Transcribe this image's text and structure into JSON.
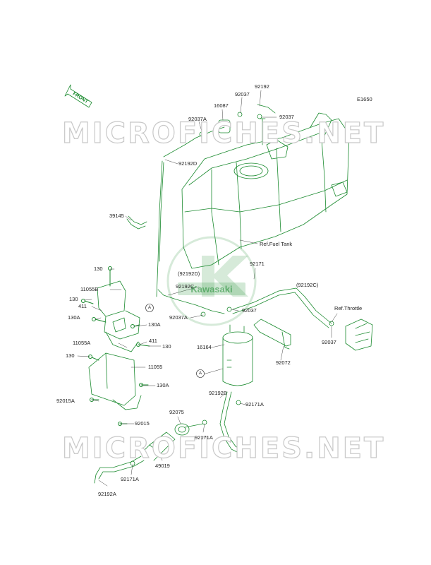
{
  "diagram_code": "E1650",
  "front_arrow_label": "FRONT",
  "watermark": "MICROFICHES.NET",
  "logo_text": "Kawasaki",
  "colors": {
    "line": "#1a8a2e",
    "label": "#222222",
    "logo": "#1a8a2e"
  },
  "labels": {
    "p92192": "92192",
    "p92037_top": "92037",
    "p16087": "16087",
    "p92037_right": "92037",
    "p92037A_top": "92037A",
    "p92192D": "92192D",
    "p39145": "39145",
    "ref_fuel_tank": "Ref.Fuel Tank",
    "p130_a": "130",
    "p92192D_paren": "(92192D)",
    "p92171": "92171",
    "p11055B": "11055B",
    "p92192C": "92192C",
    "p92192C_paren": "(92192C)",
    "p130_b": "130",
    "p411_a": "411",
    "circle_a_1": "A",
    "p92037_mid": "92037",
    "ref_throttle": "Ref.Throttle",
    "p92037A_mid": "92037A",
    "p130A_a": "130A",
    "p130A_b": "130A",
    "p411_b": "411",
    "p11055A": "11055A",
    "p130_c": "130",
    "p16164": "16164",
    "p92037_low": "92037",
    "p130_d": "130",
    "p11055": "11055",
    "p92072": "92072",
    "circle_a_2": "A",
    "p130A_c": "130A",
    "p92015A": "92015A",
    "p92192B": "92192B",
    "p92171A_a": "92171A",
    "p92075": "92075",
    "p92015": "92015",
    "p92171A_b": "92171A",
    "p49019": "49019",
    "p92171A_c": "92171A",
    "p92192A": "92192A"
  }
}
